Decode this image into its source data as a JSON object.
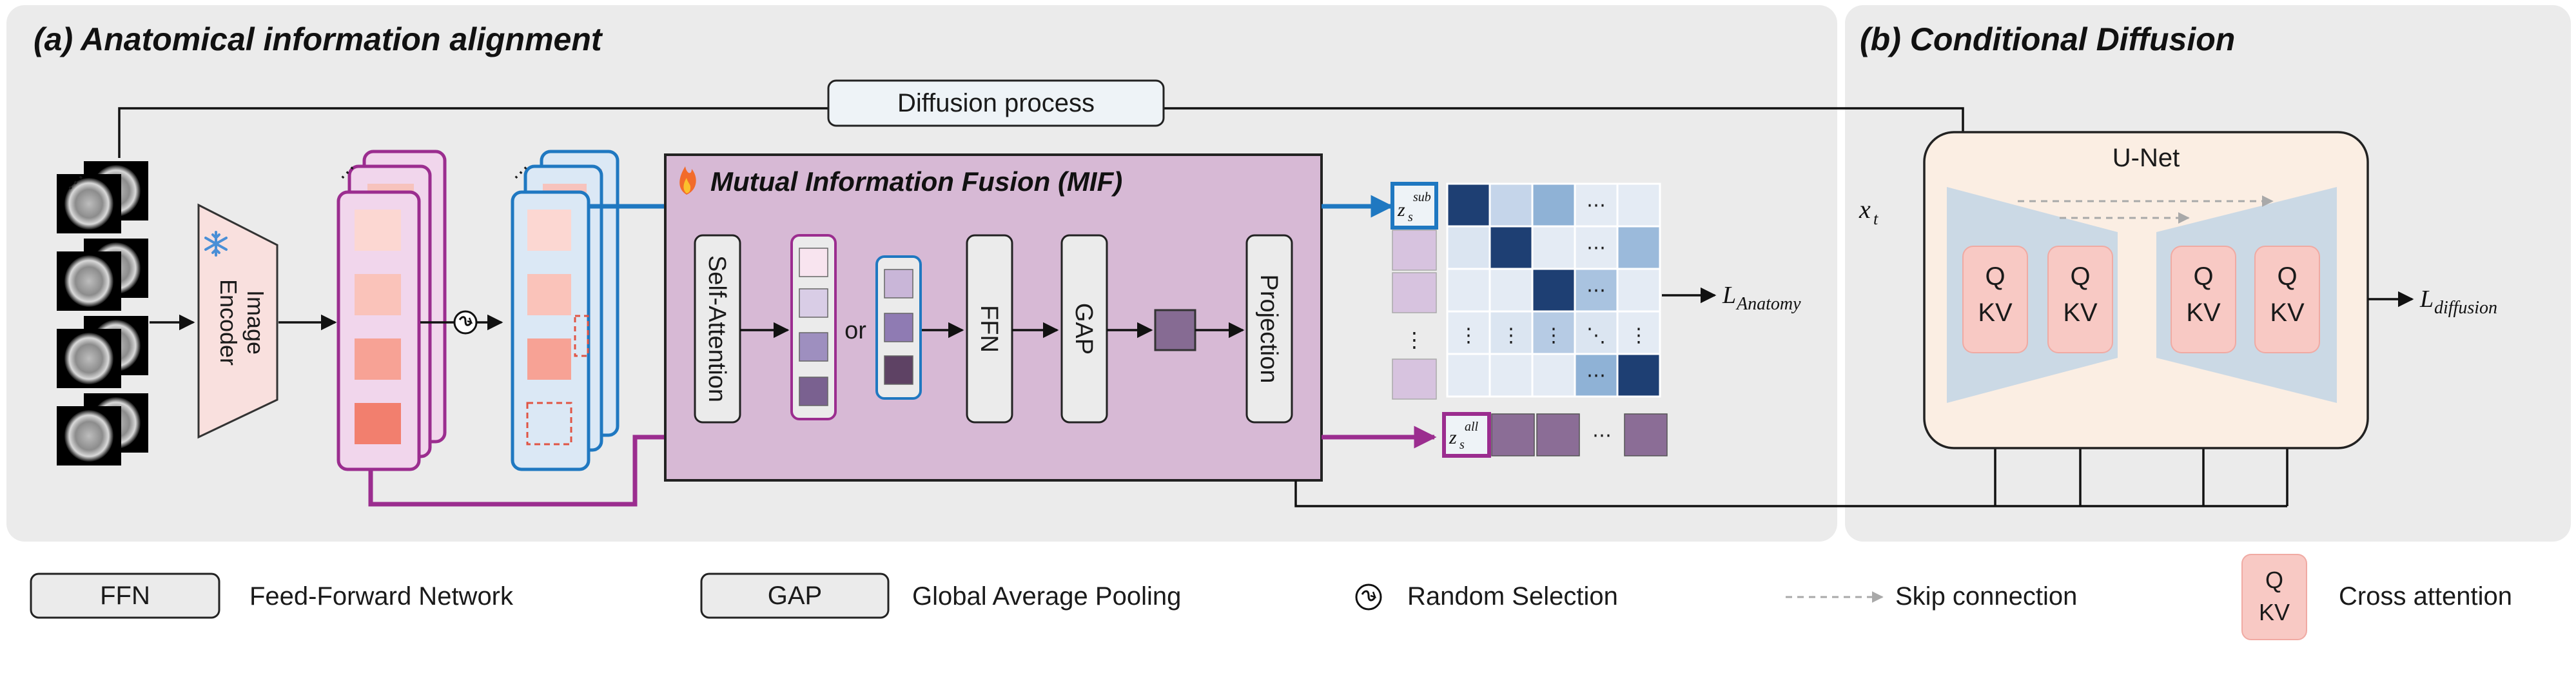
{
  "panel_a": {
    "title": "(a) Anatomical information alignment"
  },
  "panel_b": {
    "title": "(b) Conditional Diffusion"
  },
  "diffusion_process": "Diffusion process",
  "encoder": {
    "line1": "Image",
    "line2": "Encoder"
  },
  "mif": {
    "title": "Mutual Information Fusion (MIF)",
    "self_attention": "Self-Attention",
    "or": "or",
    "ffn": "FFN",
    "gap": "GAP",
    "projection": "Projection"
  },
  "math": {
    "z": "z",
    "s": "s",
    "sub": "sub",
    "all": "all",
    "L": "L",
    "anatomy": "Anatomy",
    "diffusion": "diffusion",
    "x": "x",
    "t": "t"
  },
  "ellipsis": "⋯",
  "vdots": "⋮",
  "ddots": "⋱",
  "unet": {
    "title": "U-Net",
    "q": "Q",
    "kv": "KV"
  },
  "legend": {
    "ffn_box": "FFN",
    "ffn_text": "Feed-Forward Network",
    "gap_box": "GAP",
    "gap_text": "Global Average Pooling",
    "random_text": "Random Selection",
    "skip_text": "Skip connection",
    "q": "Q",
    "kv": "KV",
    "cross_text": "Cross attention"
  },
  "colors": {
    "panel_bg": "#ebebeb",
    "mif_fill": "#d7b9d5",
    "mif_stroke": "#222222",
    "purple": "#9b2d8f",
    "blue": "#1f78c1",
    "unet_bg": "#fbeee3",
    "qkv_fill": "#f8c9c4",
    "trapezoid": "#cbd9e5",
    "encoder_fill": "#f9e0de"
  }
}
